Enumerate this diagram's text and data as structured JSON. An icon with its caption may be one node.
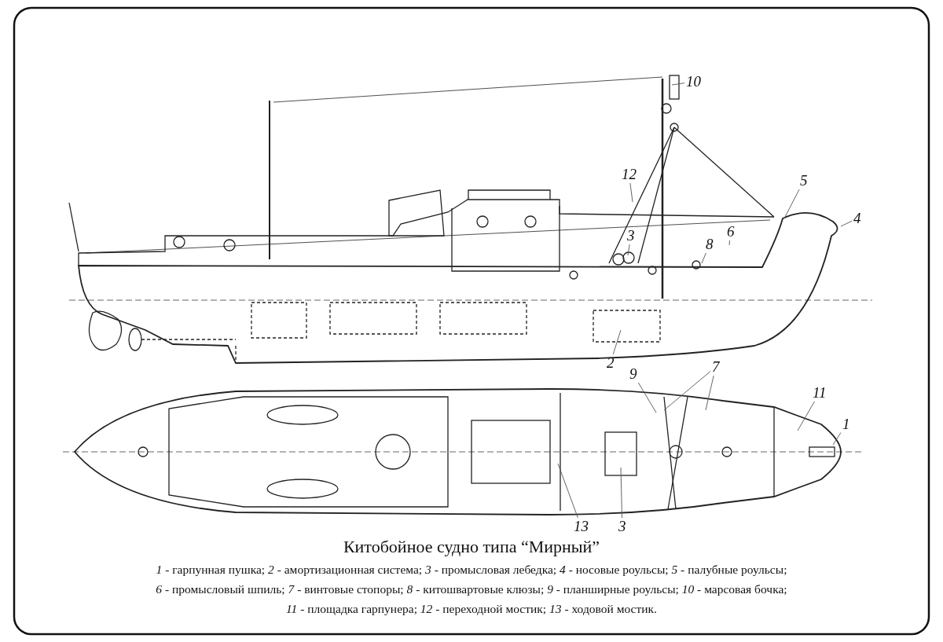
{
  "diagram": {
    "title": "Китобойное судно типа “Мирный”",
    "nodes": [
      {
        "text": [
          "10"
        ]
      },
      {
        "text": [
          "12"
        ]
      },
      {
        "text": [
          "3"
        ]
      },
      {
        "text": [
          "5"
        ]
      },
      {
        "text": [
          "4"
        ]
      },
      {
        "text": [
          "6"
        ]
      },
      {
        "text": [
          "8"
        ]
      },
      {
        "text": [
          "2"
        ]
      },
      {
        "text": [
          "9"
        ]
      },
      {
        "text": [
          "7"
        ]
      },
      {
        "text": [
          "11"
        ]
      },
      {
        "text": [
          "1"
        ]
      },
      {
        "text": [
          "13"
        ]
      },
      {
        "text": [
          "3"
        ]
      }
    ],
    "edges": [
      {
        "from": 0,
        "to": null,
        "arrow": "none"
      },
      {
        "from": 1,
        "to": null,
        "arrow": "none"
      },
      {
        "from": 2,
        "to": null,
        "arrow": "none"
      },
      {
        "from": 3,
        "to": null,
        "arrow": "none"
      },
      {
        "from": 4,
        "to": null,
        "arrow": "none"
      },
      {
        "from": 5,
        "to": null,
        "arrow": "none"
      },
      {
        "from": 6,
        "to": null,
        "arrow": "none"
      },
      {
        "from": 7,
        "to": null,
        "arrow": "none"
      },
      {
        "from": 8,
        "to": null,
        "arrow": "none"
      },
      {
        "from": 9,
        "to": null,
        "arrow": "none"
      },
      {
        "from": 9,
        "to": null,
        "arrow": "none"
      },
      {
        "from": 10,
        "to": null,
        "arrow": "none"
      },
      {
        "from": 11,
        "to": null,
        "arrow": "none"
      },
      {
        "from": 12,
        "to": null,
        "arrow": "none"
      },
      {
        "from": 13,
        "to": null,
        "arrow": "none"
      }
    ],
    "labels": [
      "*1* - гарпунная пушка; *2* - амортизационная система; *3* - промысловая лебедка; *4* - носовые роульсы; *5* - палубные роульсы;",
      "*6* - промысловый шпиль; *7* - винтовые стопоры; *8* - китошвартовые клюзы; *9* - планширные роульсы; *10* - марсовая бочка;",
      "*11* - площадка гарпунера; *12* - переходной мостик; *13* - ходовой мостик."
    ]
  }
}
